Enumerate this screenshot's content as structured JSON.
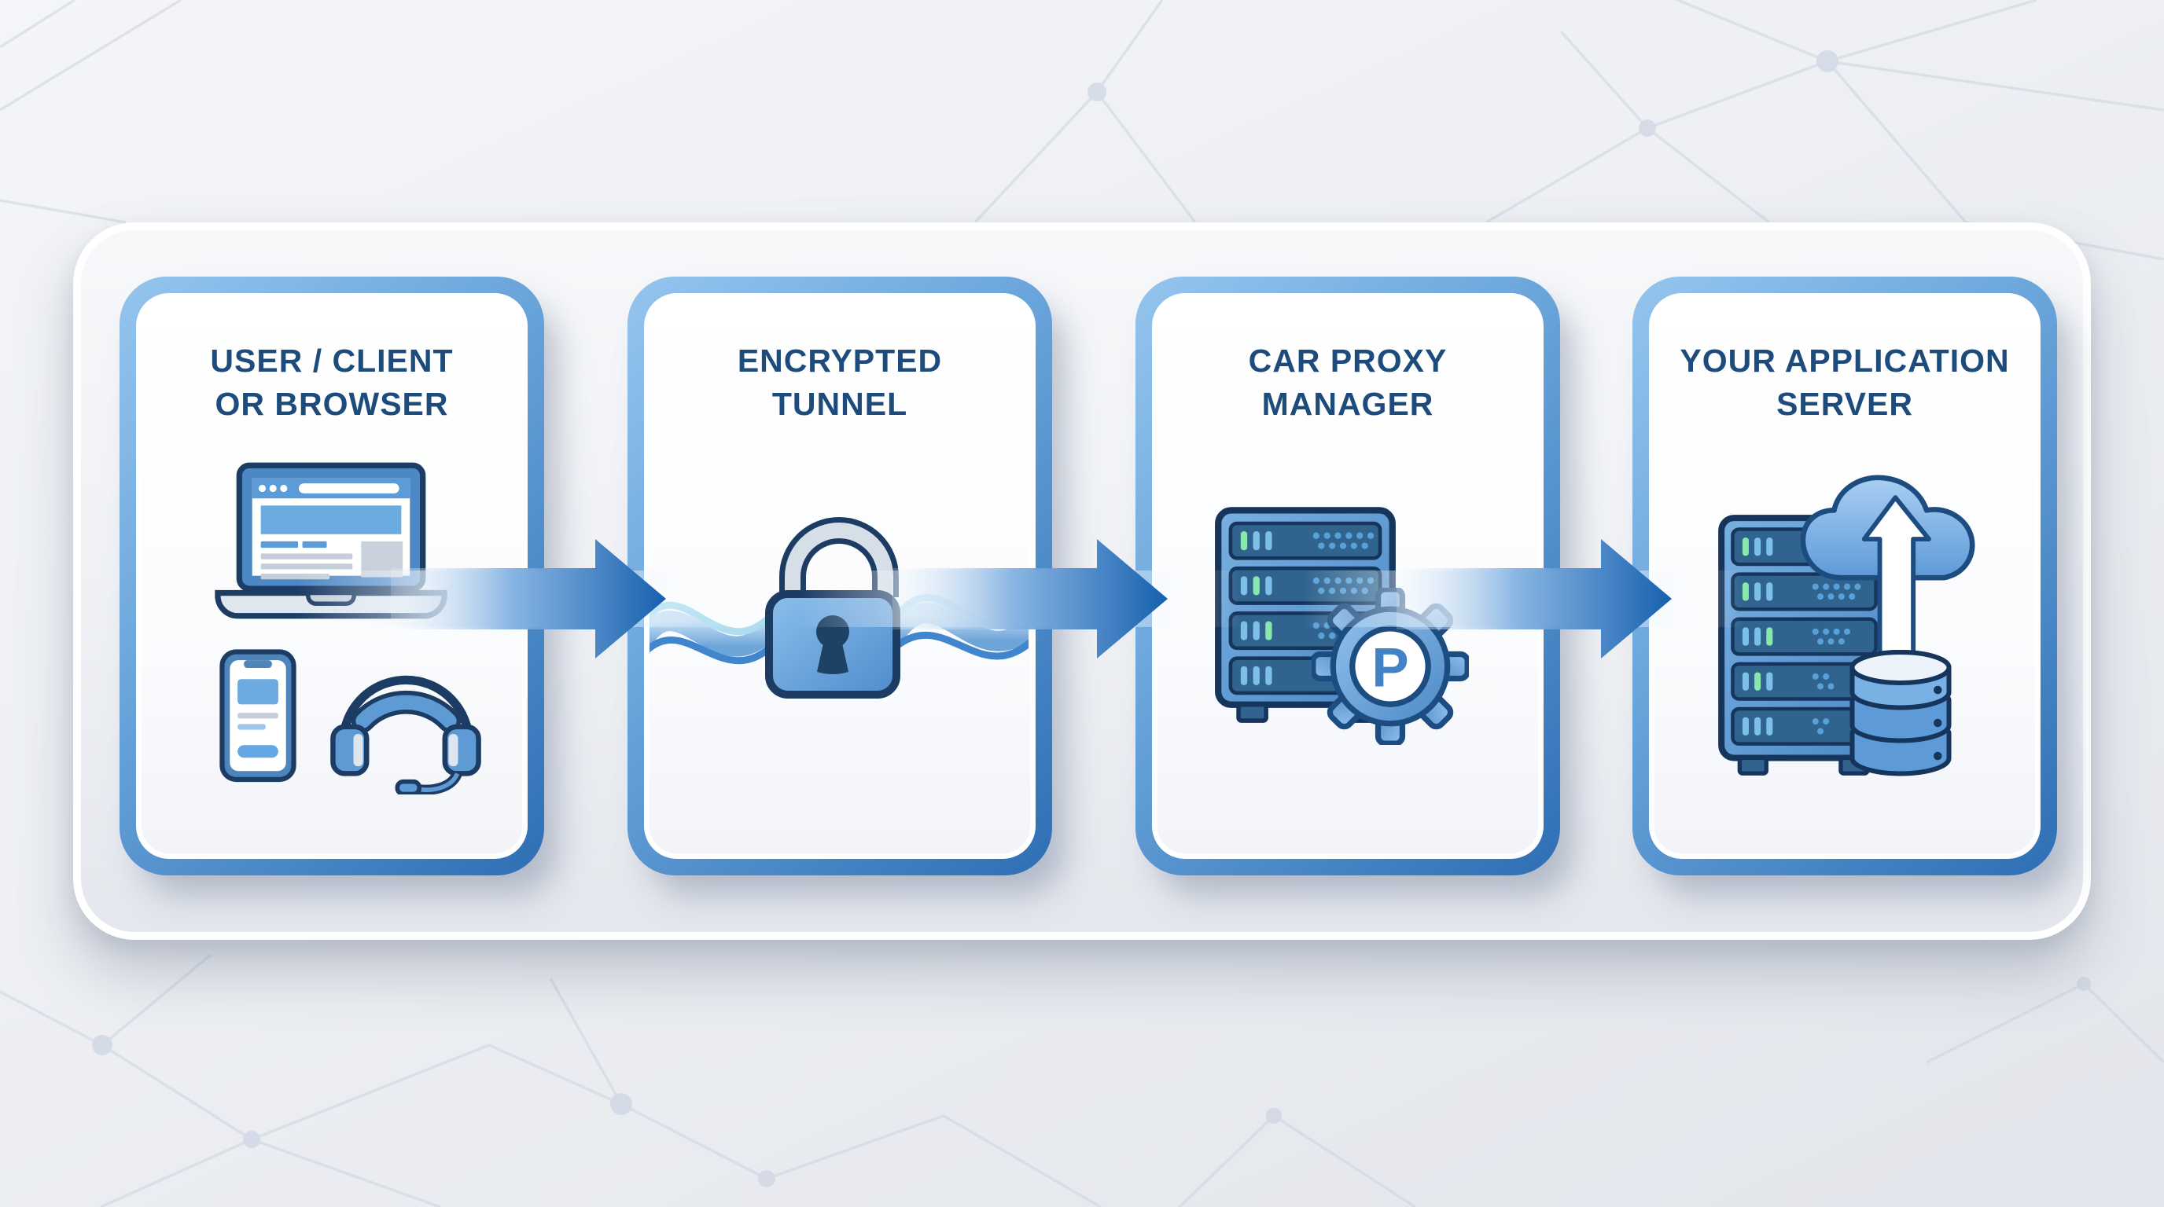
{
  "diagram": {
    "cards": [
      {
        "id": "user-client",
        "line1": "USER / CLIENT",
        "line2": "OR BROWSER",
        "icons": [
          "laptop-browser",
          "smartphone",
          "headset"
        ]
      },
      {
        "id": "encrypted-tunnel",
        "line1": "ENCRYPTED",
        "line2": "TUNNEL",
        "icons": [
          "padlock",
          "signal-waves"
        ]
      },
      {
        "id": "car-proxy-manager",
        "line1": "CAR PROXY",
        "line2": "MANAGER",
        "icons": [
          "server-rack",
          "gear-badge"
        ],
        "gear_letter": "P"
      },
      {
        "id": "application-server",
        "line1": "YOUR APPLICATION",
        "line2": "SERVER",
        "icons": [
          "server-rack",
          "cloud-upload",
          "database"
        ]
      }
    ],
    "flow": {
      "arrows": [
        {
          "from": "user-client",
          "to": "encrypted-tunnel"
        },
        {
          "from": "encrypted-tunnel",
          "to": "car-proxy-manager"
        },
        {
          "from": "car-proxy-manager",
          "to": "application-server"
        }
      ]
    },
    "colors": {
      "title_text": "#1d4c7c",
      "card_border_light": "#95c5ee",
      "card_border_dark": "#2e6eb4",
      "arrow_blue": "#1660ae",
      "icon_outline": "#1c3c63",
      "icon_blue": "#5e9bd4",
      "led_green": "#86e8ab",
      "led_blue": "#7cc0ea",
      "panel_bg": "#eef0f4",
      "page_bg": "#e7e9ee"
    }
  }
}
